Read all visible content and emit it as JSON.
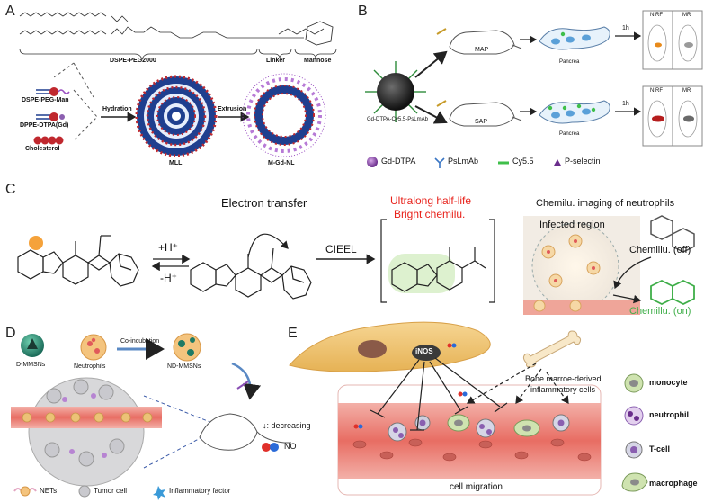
{
  "panels": {
    "a": {
      "letter": "A",
      "dspe_peg2000": "DSPE-PEG2000",
      "linker": "Linker",
      "mannose": "Mannose",
      "components": [
        "DSPE-PEG-Man",
        "DPPE-DTPA(Gd)",
        "Cholesterol"
      ],
      "hydration": "Hydration",
      "extrusion": "Extrusion",
      "mll": "MLL",
      "m_gd_nl": "M-Gd-NL"
    },
    "b": {
      "letter": "B",
      "map": "MAP",
      "sap": "SAP",
      "probe": "Gd-DTPA-Cy5.5-PsLmAb",
      "pancreas": "Pancrea",
      "time": "1h",
      "nirf": "NIRF",
      "mr": "MR",
      "legend": [
        "Gd-DTPA",
        "PsLmAb",
        "Cy5.5",
        "P-selectin"
      ]
    },
    "c": {
      "letter": "C",
      "electron_transfer": "Electron transfer",
      "plus_h": "+H⁺",
      "minus_h": "-H⁺",
      "cieel": "CIEEL",
      "ultralong_line1": "Ultralong half-life",
      "ultralong_line2": "Bright chemilu.",
      "chemilu_title": "Chemilu. imaging of neutrophils",
      "infected_region": "Infected region",
      "off": "Chemillu. (off)",
      "on": "Chemillu. (on)"
    },
    "d": {
      "letter": "D",
      "d_mmsns": "D-MMSNs",
      "neutrophils": "Neutrophils",
      "co_incubation": "Co-incubation",
      "nd_mmsns": "ND-MMSNs",
      "legend": [
        "NETs",
        "Tumor cell",
        "Inflammatory factor"
      ]
    },
    "e": {
      "letter": "E",
      "inos": "iNOS",
      "decreasing": "↓: decreasing",
      "no": "NO",
      "bone_marrow_line1": "Bone marroe-derived",
      "bone_marrow_line2": "inflammatory cells",
      "cell_migration": "cell migration",
      "legend": [
        "monocyte",
        "neutrophil",
        "T-cell",
        "macrophage"
      ]
    }
  },
  "colors": {
    "liposome_navy": "#1f3f8f",
    "liposome_red": "#c0282e",
    "peg_purple": "#9a4fc2",
    "probe_green": "#2e8b3a",
    "chemilu_red": "#e8211a",
    "chemilu_green": "#3fae49",
    "vessel_red": "#d94a4a",
    "cell_tan": "#f0c877"
  }
}
